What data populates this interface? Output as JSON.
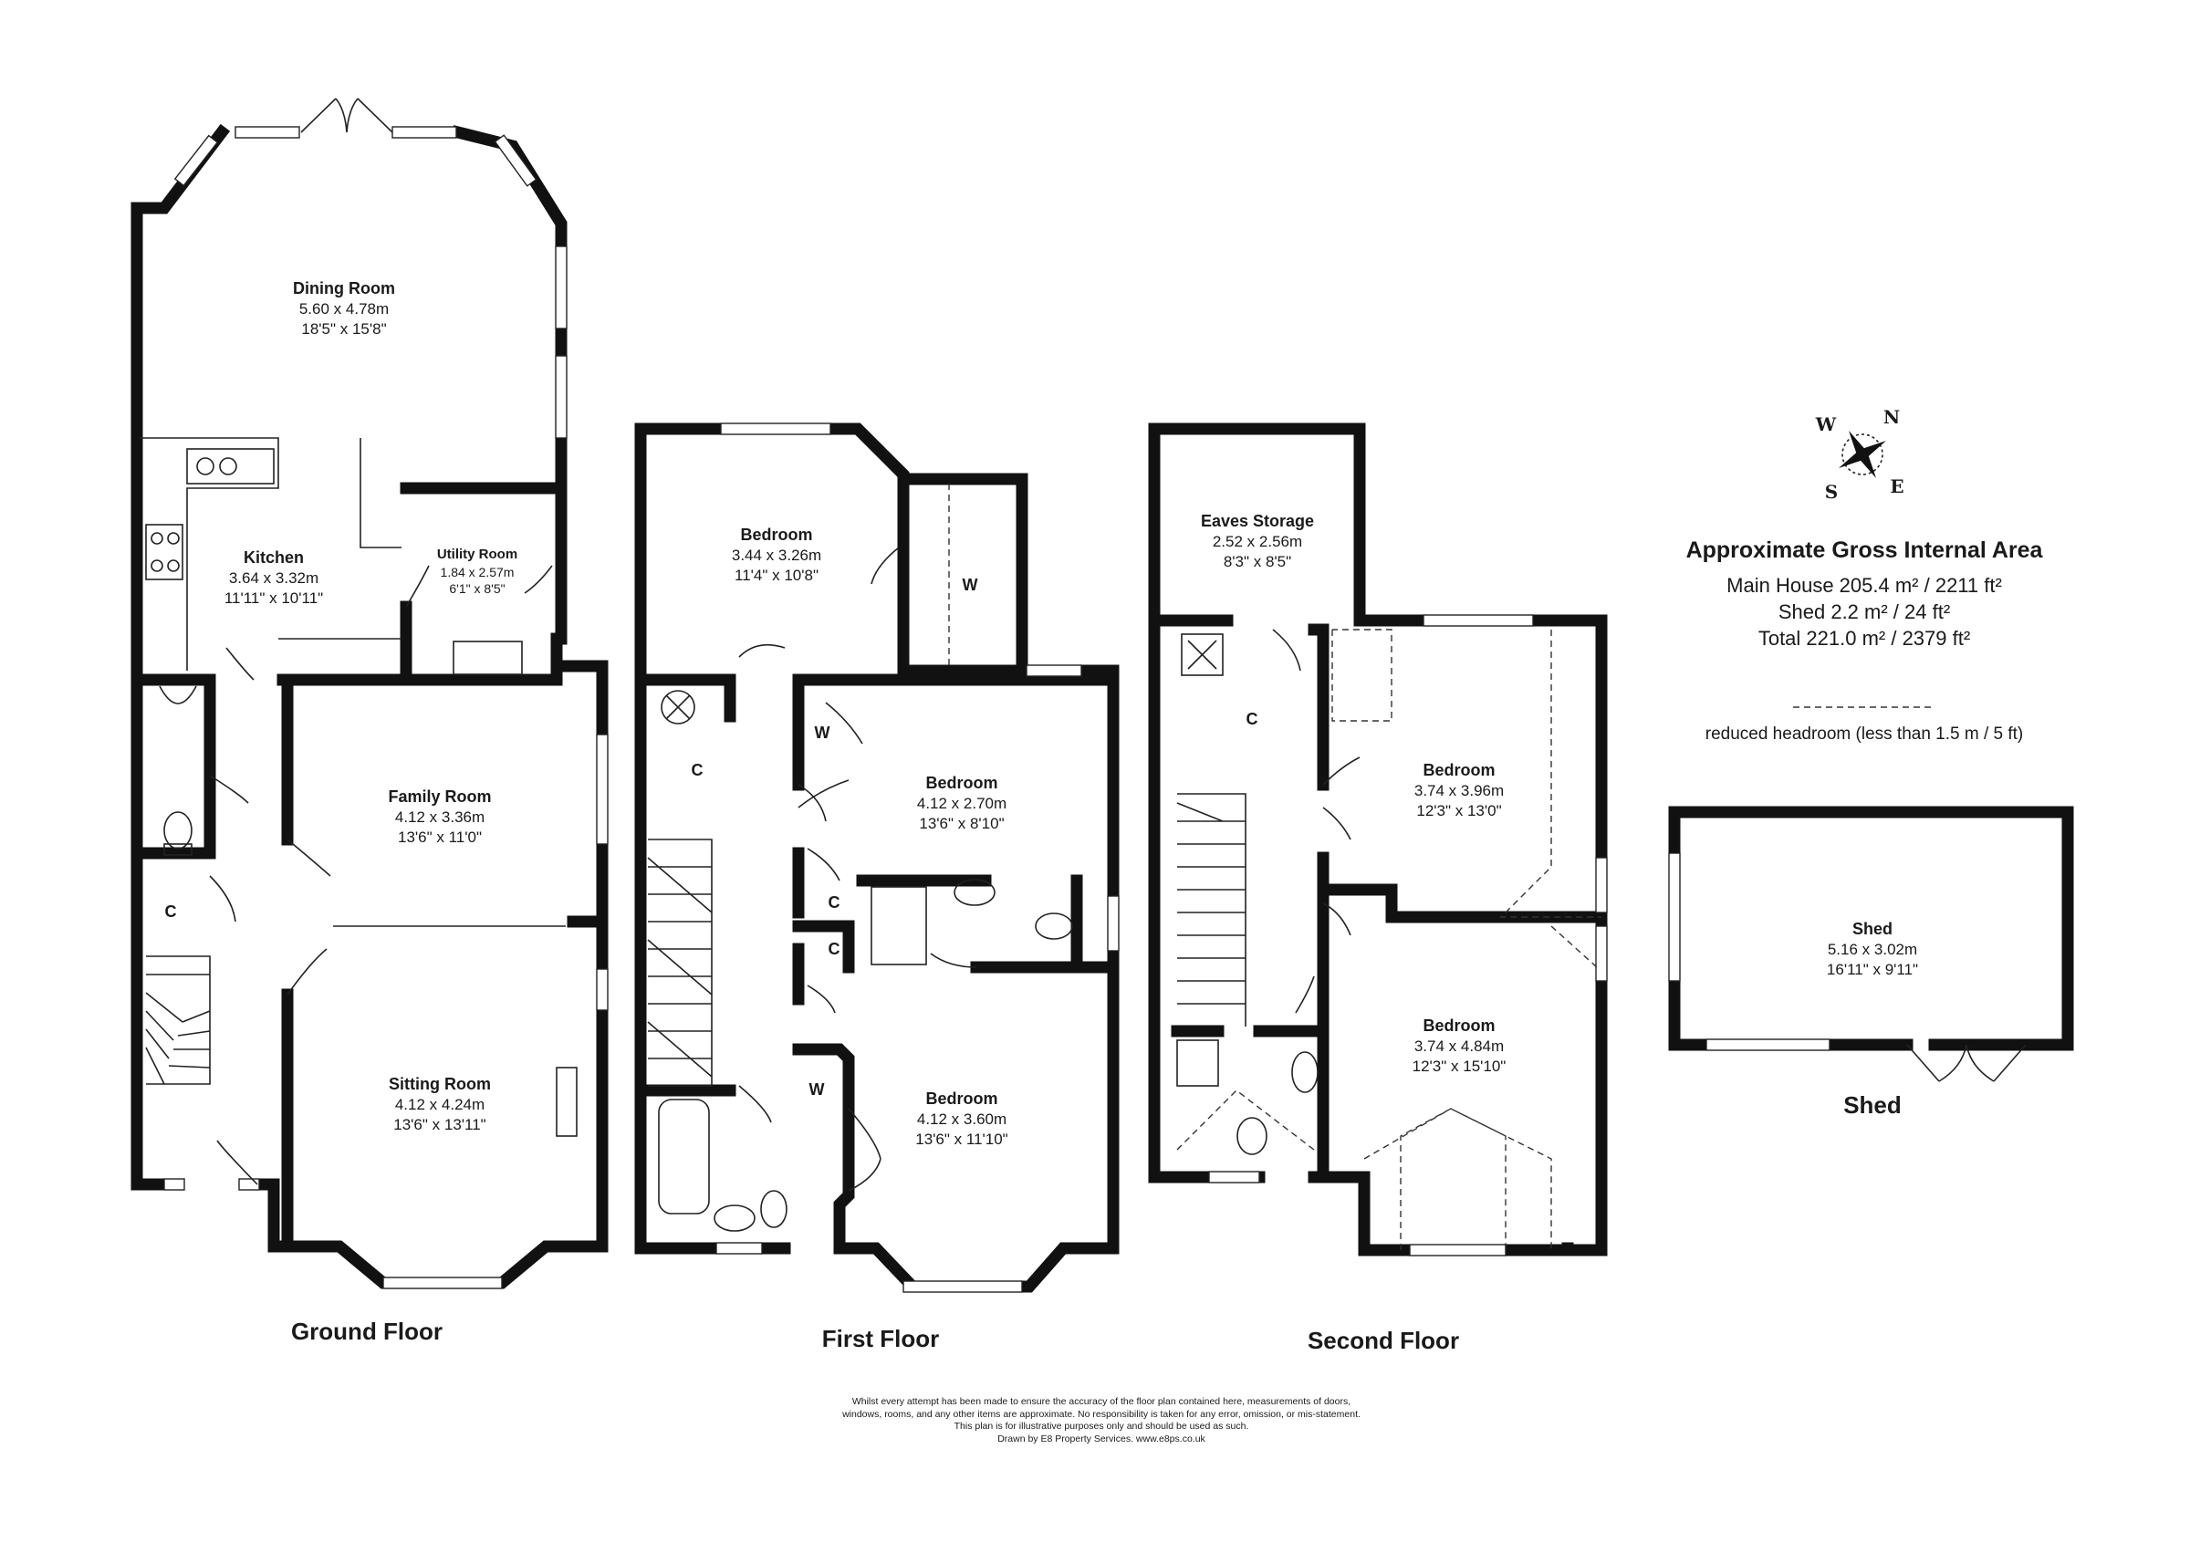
{
  "floors": {
    "ground": {
      "title": "Ground Floor",
      "rooms": [
        {
          "name": "Dining Room",
          "metric": "5.60 x 4.78m",
          "imperial": "18'5\" x 15'8\""
        },
        {
          "name": "Kitchen",
          "metric": "3.64 x 3.32m",
          "imperial": "11'11\" x 10'11\""
        },
        {
          "name": "Utility Room",
          "metric": "1.84 x 2.57m",
          "imperial": "6'1\" x 8'5\""
        },
        {
          "name": "Family Room",
          "metric": "4.12 x 3.36m",
          "imperial": "13'6\" x 11'0\""
        },
        {
          "name": "Sitting Room",
          "metric": "4.12 x 4.24m",
          "imperial": "13'6\" x 13'11\""
        }
      ],
      "cupboard_label": "C"
    },
    "first": {
      "title": "First Floor",
      "rooms": [
        {
          "name": "Bedroom",
          "metric": "3.44 x 3.26m",
          "imperial": "11'4\" x 10'8\""
        },
        {
          "name": "Bedroom",
          "metric": "4.12 x 2.70m",
          "imperial": "13'6\" x 8'10\""
        },
        {
          "name": "Bedroom",
          "metric": "4.12 x 3.60m",
          "imperial": "13'6\" x 11'10\""
        }
      ],
      "labels": [
        "W",
        "W",
        "W",
        "C",
        "C",
        "C"
      ]
    },
    "second": {
      "title": "Second Floor",
      "rooms": [
        {
          "name": "Eaves Storage",
          "metric": "2.52 x 2.56m",
          "imperial": "8'3\" x 8'5\""
        },
        {
          "name": "Bedroom",
          "metric": "3.74 x 3.96m",
          "imperial": "12'3\" x 13'0\""
        },
        {
          "name": "Bedroom",
          "metric": "3.74 x 4.84m",
          "imperial": "12'3\" x 15'10\""
        }
      ],
      "labels": [
        "C"
      ]
    },
    "shed": {
      "title": "Shed",
      "rooms": [
        {
          "name": "Shed",
          "metric": "5.16 x 3.02m",
          "imperial": "16'11\" x 9'11\""
        }
      ]
    }
  },
  "area": {
    "title": "Approximate Gross Internal Area",
    "lines": [
      "Main House 205.4 m² / 2211 ft²",
      "Shed 2.2 m² / 24 ft²",
      "Total 221.0 m² / 2379 ft²"
    ],
    "legend_symbol": "---------------",
    "legend_text": "reduced headroom (less than 1.5 m / 5 ft)"
  },
  "compass": {
    "n": "N",
    "e": "E",
    "s": "S",
    "w": "W"
  },
  "disclaimer": [
    "Whilst every attempt has been made to ensure the accuracy of the floor plan contained here, measurements of doors,",
    "windows, rooms, and any other items are approximate. No responsibility is taken for any error, omission, or mis-statement.",
    "This plan is for illustrative purposes only and should be used as such.",
    "Drawn by E8 Property Services. www.e8ps.co.uk"
  ],
  "colors": {
    "wall": "#111111",
    "background": "#ffffff"
  }
}
